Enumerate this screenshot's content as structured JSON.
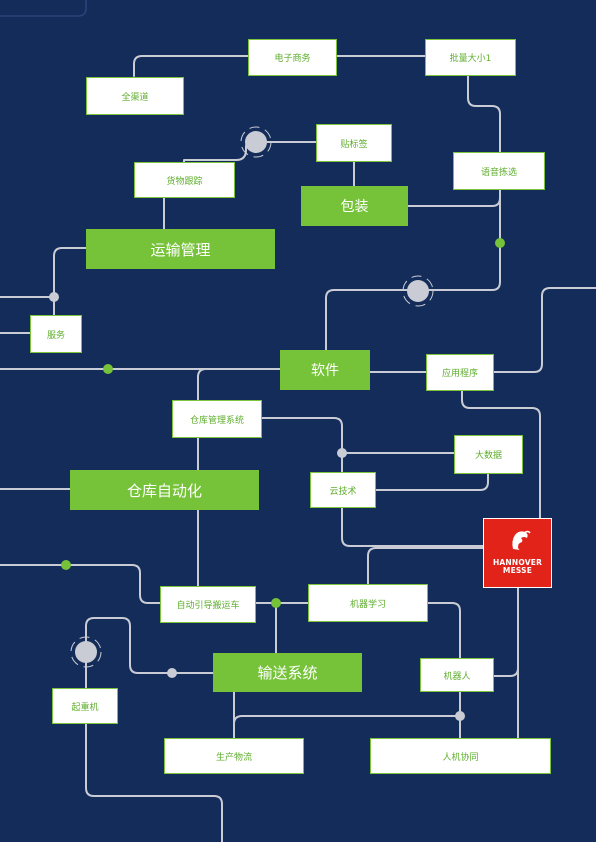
{
  "diagram": {
    "nodes": {
      "ecommerce": "电子商务",
      "batch_size": "批量大小1",
      "omnichannel": "全渠道",
      "labeling": "贴标签",
      "cargo_tracking": "货物跟踪",
      "voice_picking": "语音拣选",
      "packaging": "包装",
      "transport_mgmt": "运输管理",
      "service": "服务",
      "software": "软件",
      "application": "应用程序",
      "wms": "仓库管理系统",
      "big_data": "大数据",
      "warehouse_automation": "仓库自动化",
      "cloud_tech": "云技术",
      "agv": "自动引导搬运车",
      "machine_learning": "机器学习",
      "conveyor_system": "输送系统",
      "robot": "机器人",
      "crane": "起重机",
      "production_logistics": "生产物流",
      "human_robot": "人机协同"
    },
    "logo": {
      "line1": "HANNOVER",
      "line2": "MESSE"
    },
    "colors": {
      "background": "#142c5a",
      "accent_green": "#76c33a",
      "line": "#c9ccd4",
      "logo_red": "#e2231a"
    }
  }
}
